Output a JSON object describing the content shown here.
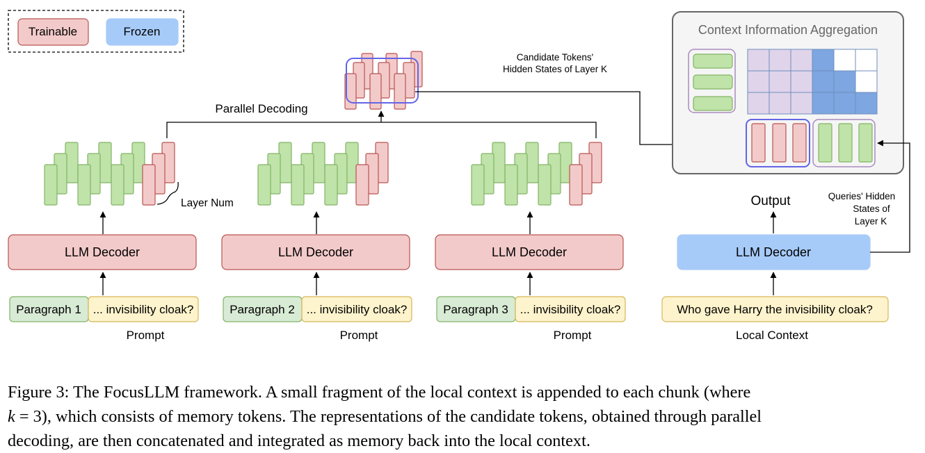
{
  "legend": {
    "trainable": "Trainable",
    "frozen": "Frozen"
  },
  "colors": {
    "trainable_fill": "#f3caca",
    "trainable_stroke": "#b85450",
    "frozen_fill": "#a7cbf9",
    "green_fill": "#bfe3a9",
    "green_stroke": "#82b366",
    "paragraph_fill": "#d8ebd5",
    "prompt_fill": "#fdf3cc",
    "prompt_stroke": "#d6b656",
    "purple_fill": "#e0d4ea",
    "purple_stroke": "#a98bbf",
    "blue_cell": "#7ea6e0",
    "focus_stroke": "#6464e6",
    "panel_fill": "#f5f5f5",
    "panel_stroke": "#666666"
  },
  "chunks": [
    {
      "decoder": "LLM Decoder",
      "paragraph": "Paragraph 1",
      "query": "... invisibility cloak?",
      "prompt_label": "Prompt"
    },
    {
      "decoder": "LLM Decoder",
      "paragraph": "Paragraph 2",
      "query": "... invisibility cloak?",
      "prompt_label": "Prompt"
    },
    {
      "decoder": "LLM Decoder",
      "paragraph": "Paragraph 3",
      "query": "... invisibility cloak?",
      "prompt_label": "Prompt"
    }
  ],
  "layer_num_label": "Layer Num",
  "parallel_decoding_label": "Parallel Decoding",
  "candidate_label": [
    "Candidate Tokens'",
    "Hidden States of Layer K"
  ],
  "aggregation": {
    "title": "Context Information Aggregation"
  },
  "local": {
    "decoder": "LLM Decoder",
    "question": "Who gave Harry the invisibility cloak?",
    "context_label": "Local Context",
    "output_label": "Output",
    "queries_label": [
      "Queries' Hidden",
      "States of",
      "Layer K"
    ]
  },
  "caption": {
    "line1": "Figure 3: The FocusLLM framework. A small fragment of the local context is appended to each chunk (where",
    "line2_var": "k",
    "line2_rest": " = 3), which consists of memory tokens. The representations of the candidate tokens, obtained through parallel",
    "line3": "decoding, are then concatenated and integrated as memory back into the local context."
  }
}
